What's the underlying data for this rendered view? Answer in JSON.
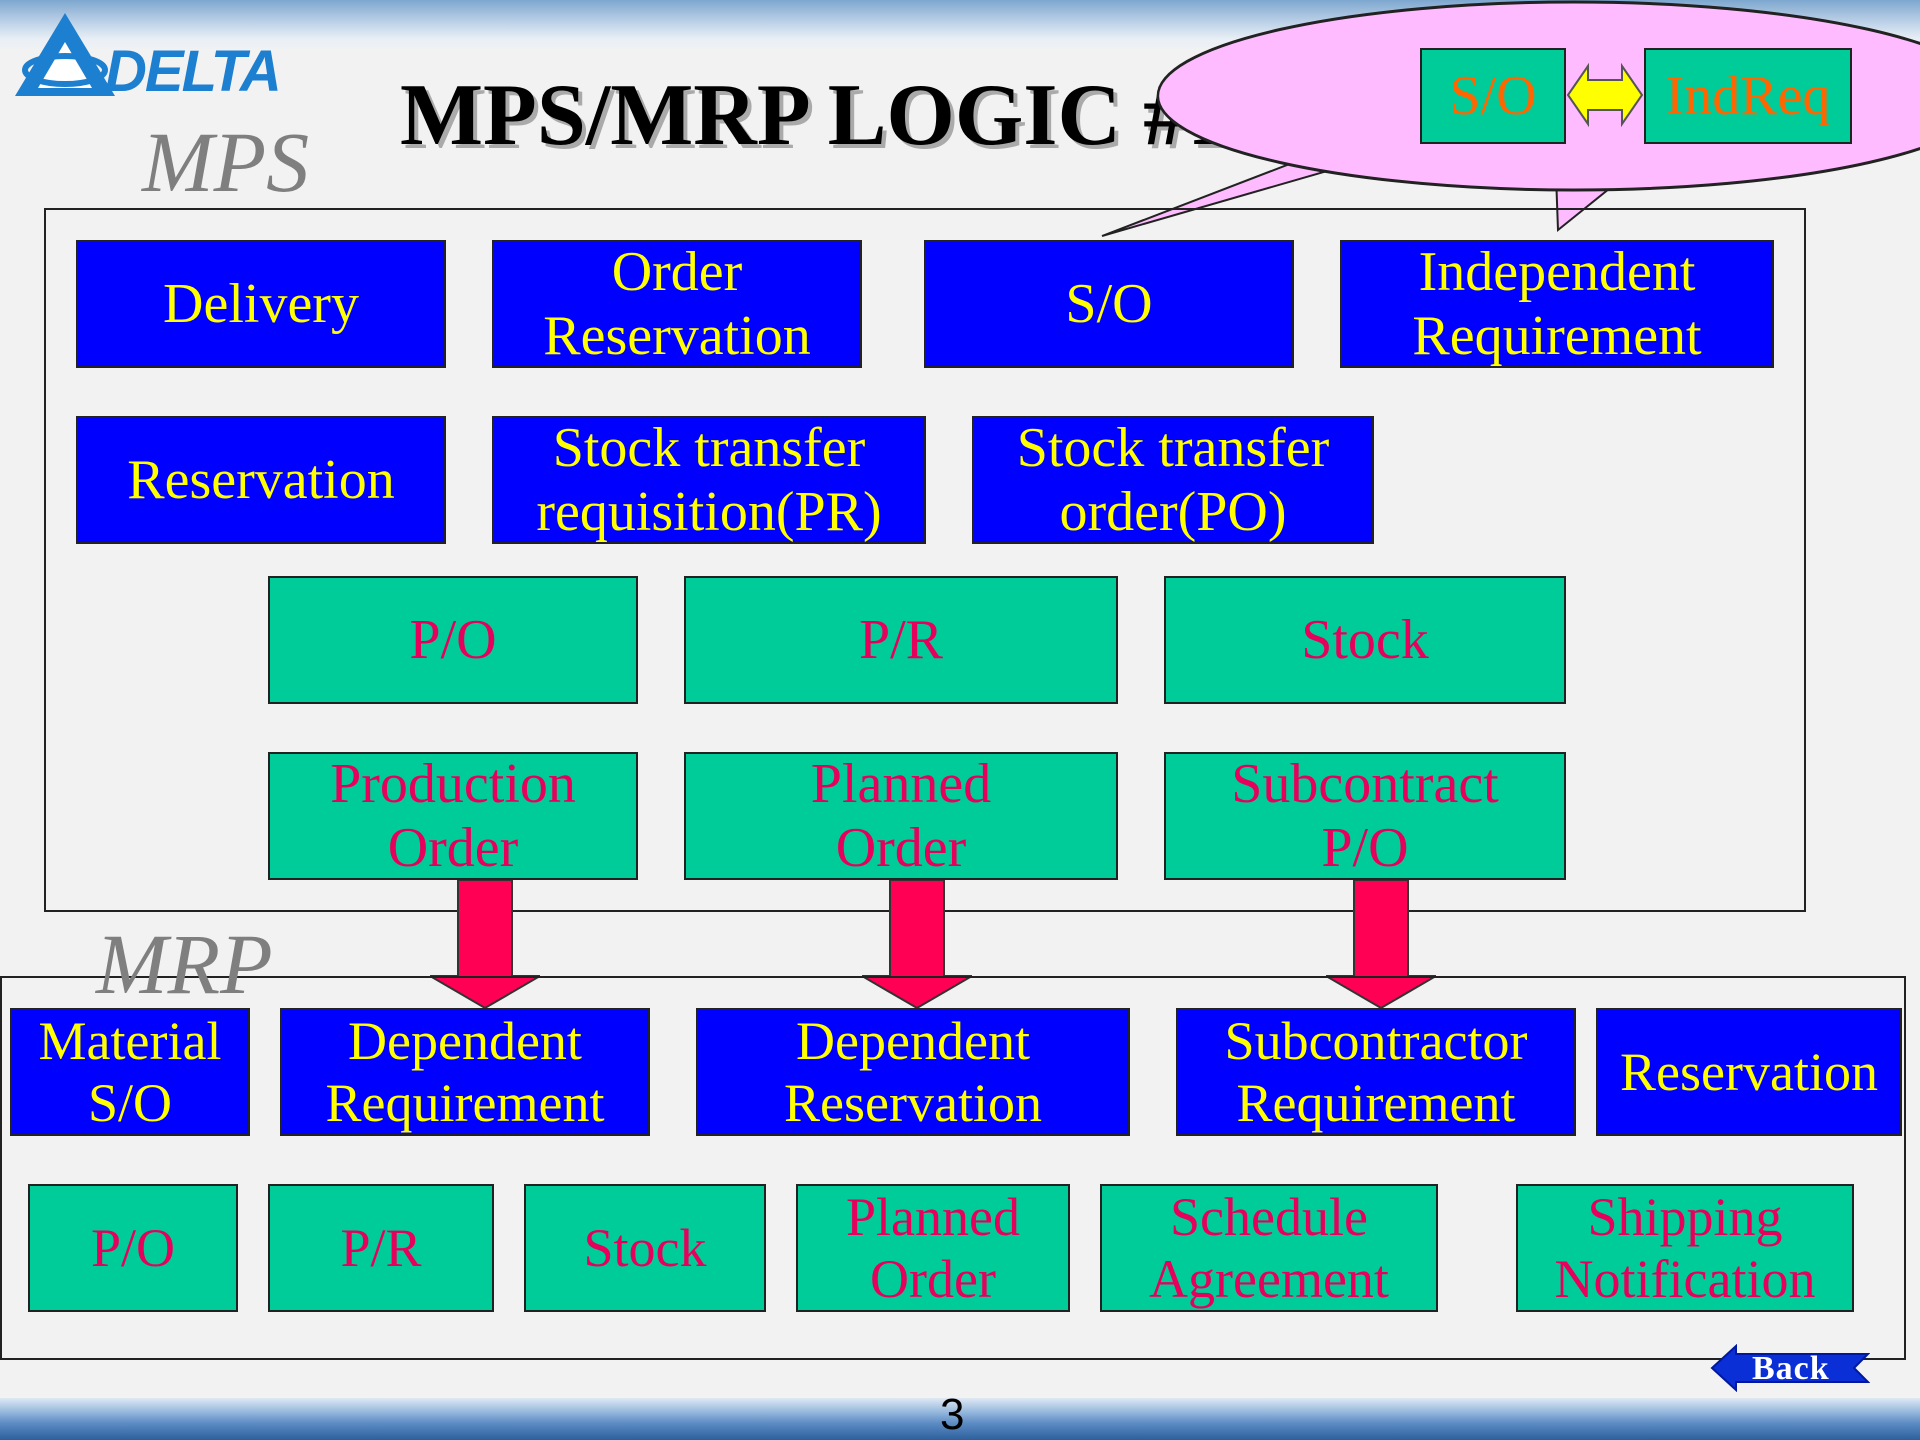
{
  "header": {
    "logo_text": "DELTA",
    "title": "MPS/MRP LOGIC #1"
  },
  "callout": {
    "left": "S/O",
    "right": "IndReq"
  },
  "mps": {
    "label": "MPS",
    "row1": [
      "Delivery",
      "Order\nReservation",
      "S/O",
      "Independent\nRequirement"
    ],
    "row2": [
      "Reservation",
      "Stock transfer\nrequisition(PR)",
      "Stock transfer\norder(PO)"
    ],
    "row3": [
      "P/O",
      "P/R",
      "Stock"
    ],
    "row4": [
      "Production\nOrder",
      "Planned\nOrder",
      "Subcontract\nP/O"
    ]
  },
  "mrp": {
    "label": "MRP",
    "row1": [
      "Material\nS/O",
      "Dependent\nRequirement",
      "Dependent\nReservation",
      "Subcontractor\nRequirement",
      "Reservation"
    ],
    "row2": [
      "P/O",
      "P/R",
      "Stock",
      "Planned\nOrder",
      "Schedule\nAgreement",
      "Shipping\nNotification"
    ]
  },
  "footer": {
    "page_number": "3",
    "back_label": "Back"
  },
  "colors": {
    "blue_box": "#0000ff",
    "blue_text": "#ffff00",
    "green_box": "#00cc99",
    "green_text": "#e6005c",
    "arrow": "#ff0055",
    "callout": "#ffbbff"
  }
}
